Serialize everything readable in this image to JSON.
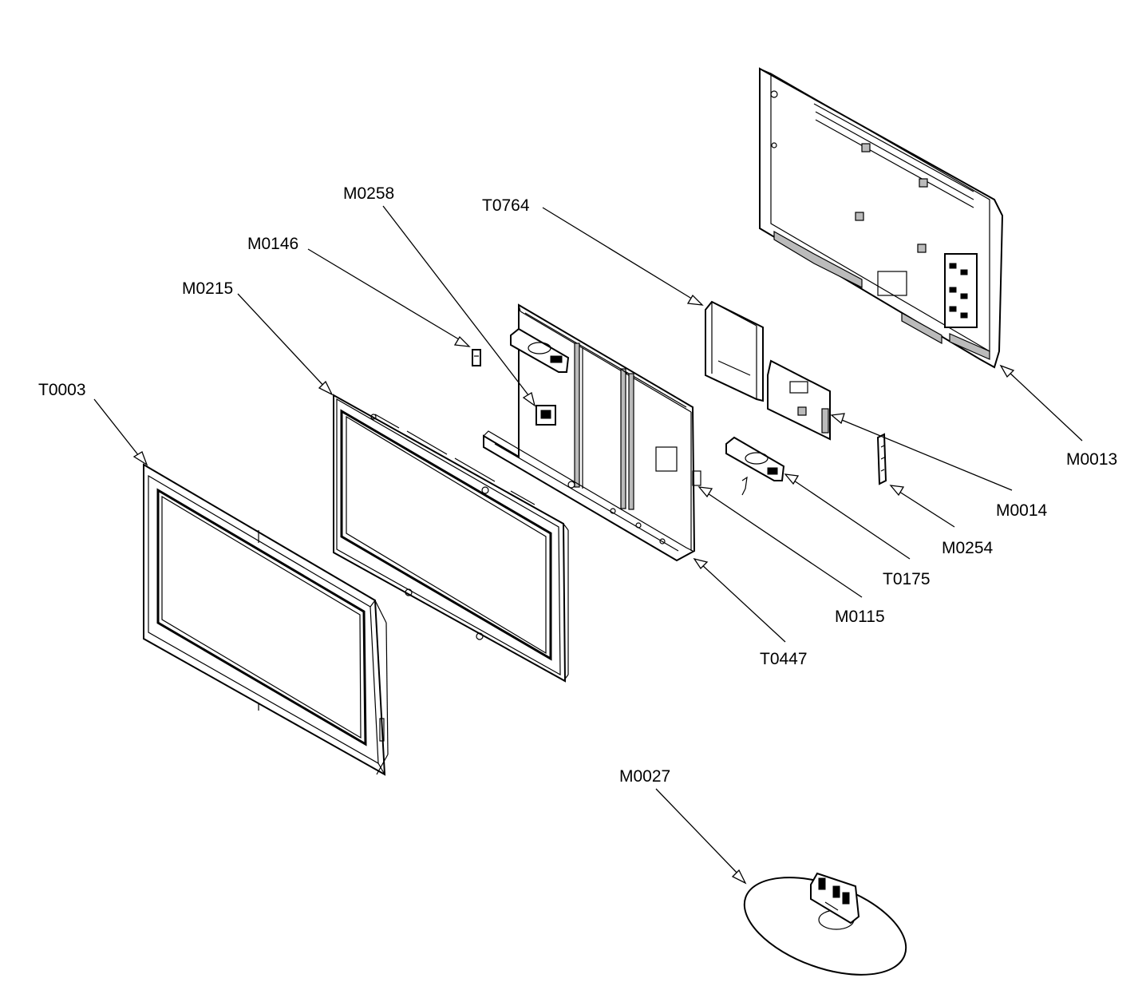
{
  "labels": {
    "t0003": "T0003",
    "m0215": "M0215",
    "m0146": "M0146",
    "m0258": "M0258",
    "t0764": "T0764",
    "m0013": "M0013",
    "m0014": "M0014",
    "m0254": "M0254",
    "t0175": "T0175",
    "m0115": "M0115",
    "t0447": "T0447",
    "m0027": "M0027"
  }
}
